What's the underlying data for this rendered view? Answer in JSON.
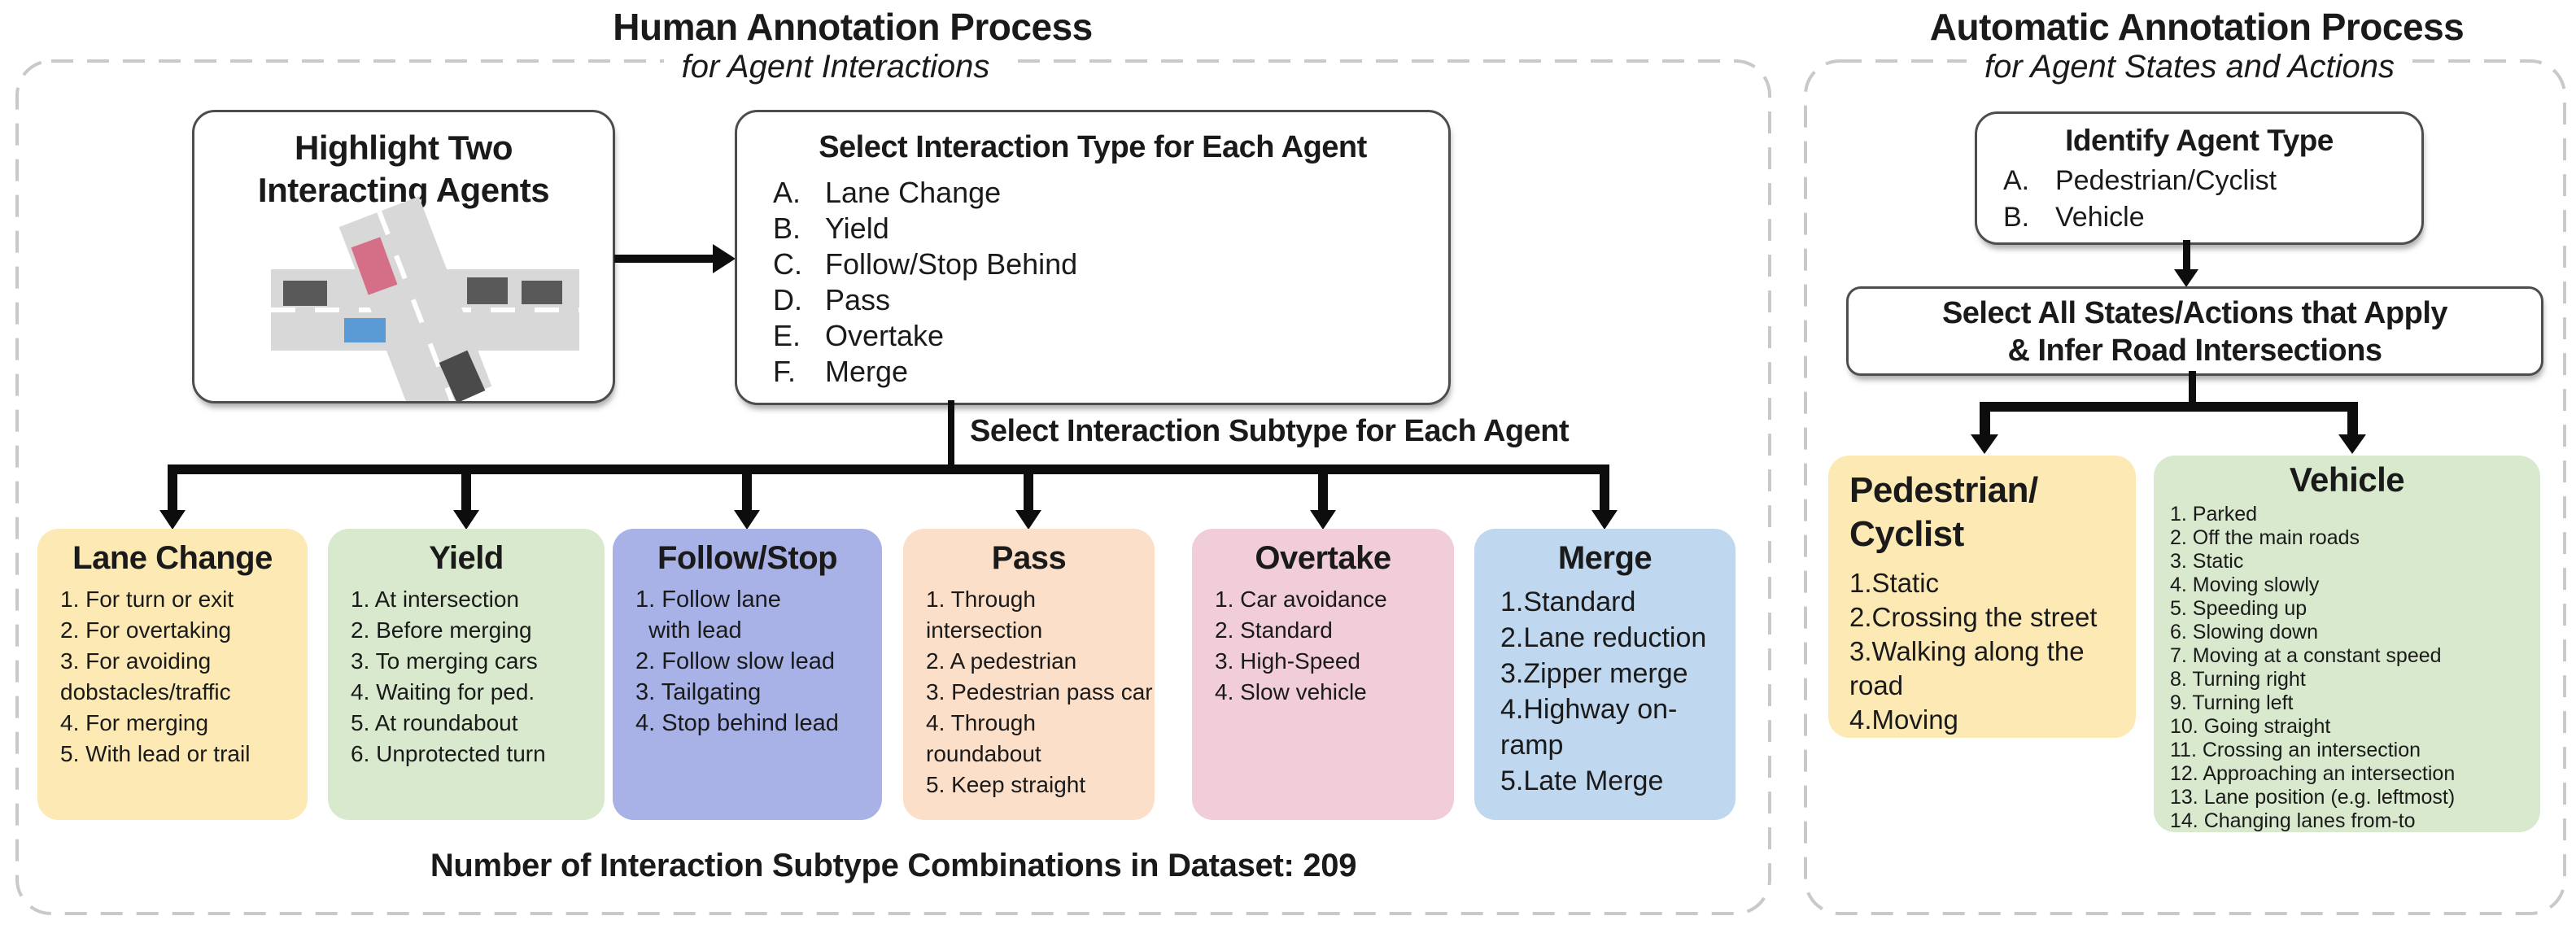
{
  "colors": {
    "panel_dash": "#c9c9c9",
    "box_border": "#4d4d4d",
    "connector": "#0d0d0d",
    "yellow": "#fce9b4",
    "green": "#d8e9ce",
    "periwinkle": "#a8b2e6",
    "peach": "#fcdfc9",
    "pink": "#f1ccd9",
    "lightblue": "#bfd8ef",
    "road": "#d8d8d8",
    "car_dark": "#595959",
    "car_diag_dark": "#4a4a4a",
    "agent_highlight_1": "#d56f88",
    "agent_highlight_2": "#5b9bd5"
  },
  "left_panel": {
    "title": "Human Annotation Process",
    "subtitle": "for Agent Interactions",
    "highlight_box": {
      "title": "Highlight Two\nInteracting Agents"
    },
    "select_type_box": {
      "title": "Select Interaction Type for Each Agent",
      "items": [
        {
          "label": "A.",
          "text": "Lane Change"
        },
        {
          "label": "B.",
          "text": "Yield"
        },
        {
          "label": "C.",
          "text": "Follow/Stop Behind"
        },
        {
          "label": "D.",
          "text": "Pass"
        },
        {
          "label": "E.",
          "text": "Overtake"
        },
        {
          "label": "F.",
          "text": "Merge"
        }
      ]
    },
    "subtype_label": "Select Interaction Subtype for Each Agent",
    "subtype_boxes": [
      {
        "title": "Lane Change",
        "color": "#fce9b4",
        "items": [
          "1. For turn or exit",
          "2. For overtaking",
          "3. For avoiding\ndobstacles/traffic",
          "4. For merging",
          "5. With lead or trail"
        ]
      },
      {
        "title": "Yield",
        "color": "#d8e9ce",
        "items": [
          "1. At intersection",
          "2. Before merging",
          "3. To merging cars",
          "4. Waiting for ped.",
          "5. At roundabout",
          "6. Unprotected turn"
        ]
      },
      {
        "title": "Follow/Stop",
        "color": "#a8b2e6",
        "items": [
          "1. Follow lane\n  with lead",
          "2. Follow slow lead",
          "3. Tailgating",
          "4. Stop behind lead"
        ]
      },
      {
        "title": "Pass",
        "color": "#fcdfc9",
        "items": [
          "1. Through\nintersection",
          "2. A pedestrian",
          "3. Pedestrian pass car",
          "4. Through\nroundabout",
          "5. Keep straight"
        ]
      },
      {
        "title": "Overtake",
        "color": "#f1ccd9",
        "items": [
          "1. Car avoidance",
          "2. Standard",
          "3. High-Speed",
          "4. Slow vehicle"
        ]
      },
      {
        "title": "Merge",
        "color": "#bfd8ef",
        "items": [
          "1.Standard",
          "2.Lane reduction",
          "3.Zipper merge",
          "4.Highway on-\nramp",
          "5.Late Merge"
        ]
      }
    ],
    "footer": "Number of Interaction Subtype Combinations in Dataset: 209"
  },
  "right_panel": {
    "title": "Automatic Annotation Process",
    "subtitle": "for Agent States and Actions",
    "identify_box": {
      "title": "Identify Agent Type",
      "items": [
        {
          "label": "A.",
          "text": "Pedestrian/Cyclist"
        },
        {
          "label": "B.",
          "text": "Vehicle"
        }
      ]
    },
    "select_states_box": {
      "line1": "Select All States/Actions that Apply",
      "line2": "& Infer Road Intersections"
    },
    "pedestrian_box": {
      "title": "Pedestrian/\nCyclist",
      "color": "#fce9b4",
      "items": [
        "1.Static",
        "2.Crossing the street",
        "3.Walking along the\nroad",
        "4.Moving"
      ]
    },
    "vehicle_box": {
      "title": "Vehicle",
      "color": "#d8e9ce",
      "items": [
        "1. Parked",
        "2. Off the main roads",
        "3. Static",
        "4. Moving slowly",
        "5. Speeding up",
        "6. Slowing down",
        "7. Moving at a constant speed",
        "8. Turning right",
        "9. Turning left",
        "10. Going straight",
        "11. Crossing an intersection",
        "12. Approaching an intersection",
        "13. Lane position (e.g. leftmost)",
        "14. Changing lanes from-to"
      ]
    }
  }
}
